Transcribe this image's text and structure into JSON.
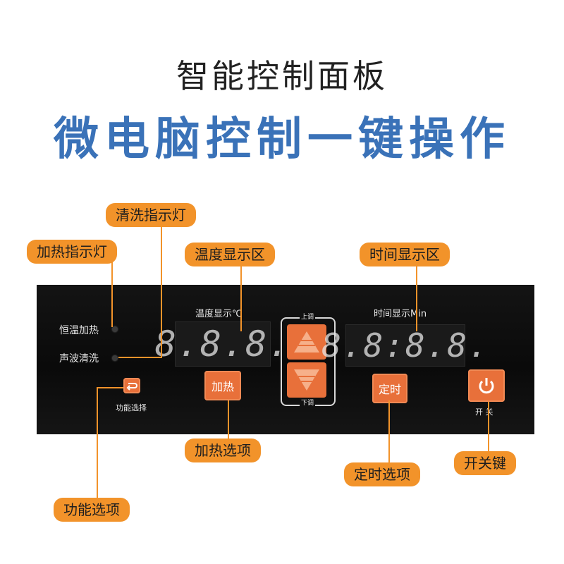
{
  "header": {
    "title": "智能控制面板",
    "subtitle": "微电脑控制一键操作"
  },
  "panel": {
    "indicator_heat": "恒温加热",
    "indicator_wash": "声波清洗",
    "temp_label": "温度显示℃",
    "temp_digits": "8.8.8.",
    "time_label": "时间显示Min",
    "time_digits": "8.8:8.8.",
    "up_label": "上调",
    "down_label": "下调",
    "heat_button": "加热",
    "timer_button": "定时",
    "func_label": "功能选择",
    "power_label": "开 关"
  },
  "callouts": {
    "wash_indicator": "清洗指示灯",
    "heat_indicator": "加热指示灯",
    "temp_display": "温度显示区",
    "time_display": "时间显示区",
    "heat_option": "加热选项",
    "timer_option": "定时选项",
    "power_key": "开关键",
    "function_option": "功能选项"
  },
  "colors": {
    "accent_blue": "#3a72b8",
    "callout_orange": "#f2932a",
    "button_orange": "#e8703a",
    "panel_black": "#0e0e0e"
  }
}
